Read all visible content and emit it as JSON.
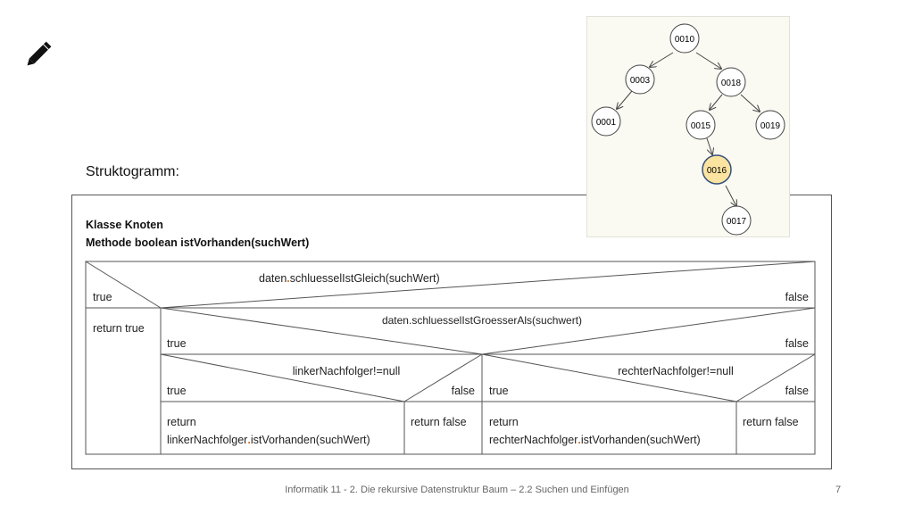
{
  "heading": "Struktogramm:",
  "klasse": "Klasse Knoten",
  "methode": "Methode boolean istVorhanden(suchWert)",
  "cond1": {
    "pre": "daten",
    "post": "schluesselIstGleich(suchWert)",
    "true": "true",
    "false": "false"
  },
  "return_true": "return true",
  "cond2": {
    "text": "daten.schluesselIstGroesserAls(suchwert)",
    "true": "true",
    "false": "false"
  },
  "cond3": {
    "text": "linkerNachfolger!=null",
    "true": "true",
    "false": "false"
  },
  "cond4": {
    "text": "rechterNachfolger!=null",
    "true": "true",
    "false": "false"
  },
  "left_return": {
    "line1": "return",
    "pre": "linkerNachfolger",
    "post": "istVorhanden(suchWert)"
  },
  "return_false_1": "return false",
  "right_return": {
    "line1": "return",
    "pre": "rechterNachfolger",
    "post": "istVorhanden(suchWert)"
  },
  "return_false_2": "return false",
  "tree": {
    "nodes": [
      "0010",
      "0003",
      "0018",
      "0001",
      "0015",
      "0019",
      "0016",
      "0017"
    ],
    "highlight": "0016",
    "highlight_color": "#fbe3a0"
  },
  "footer": "Informatik 11 - 2. Die rekursive Datenstruktur Baum – 2.2 Suchen und Einfügen",
  "page": "7"
}
